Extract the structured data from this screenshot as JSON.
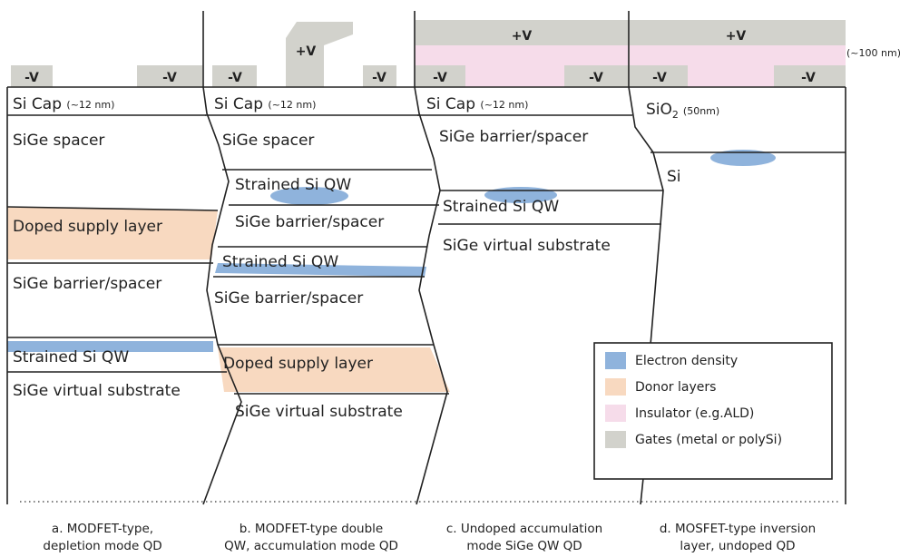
{
  "panels": {
    "a": {
      "gates": [
        "-V",
        "-V"
      ],
      "layers": {
        "si_cap": "Si Cap",
        "si_cap_thickness": "(~12 nm)",
        "spacer": "SiGe spacer",
        "supply": "Doped supply layer",
        "barrier": "SiGe barrier/spacer",
        "qw": "Strained Si QW",
        "substrate": "SiGe virtual substrate"
      },
      "caption": [
        "a. MODFET-type,",
        "depletion mode QD"
      ]
    },
    "b": {
      "gates": [
        "-V",
        "+V",
        "-V"
      ],
      "layers": {
        "si_cap": "Si Cap",
        "si_cap_thickness": "(~12 nm)",
        "spacer": "SiGe spacer",
        "qw1": "Strained Si QW",
        "barrier1": "SiGe barrier/spacer",
        "qw2": "Strained Si QW",
        "barrier2": "SiGe barrier/spacer",
        "supply": "Doped supply layer",
        "substrate": "SiGe virtual substrate"
      },
      "caption": [
        "b. MODFET-type double",
        "QW, accumulation mode QD"
      ]
    },
    "c": {
      "gates": [
        "+V",
        "-V",
        "-V"
      ],
      "layers": {
        "si_cap": "Si Cap",
        "si_cap_thickness": "(~12 nm)",
        "barrier": "SiGe barrier/spacer",
        "qw": "Strained Si QW",
        "substrate": "SiGe virtual substrate"
      },
      "caption": [
        "c. Undoped accumulation",
        "mode SiGe QW QD"
      ]
    },
    "d": {
      "gates": [
        "+V",
        "-V",
        "-V"
      ],
      "layers": {
        "oxide": "SiO",
        "oxide_subscript": "2",
        "oxide_thickness": "(50nm)",
        "si": "Si"
      },
      "caption": [
        "d. MOSFET-type inversion",
        "layer, undoped QD"
      ]
    }
  },
  "insulator_thickness": "(~100 nm)",
  "legend": [
    {
      "label": "Electron density",
      "color": "#8fb3dc"
    },
    {
      "label": "Donor layers",
      "color": "#f8d9c0"
    },
    {
      "label": "Insulator (e.g.ALD)",
      "color": "#f6dcea"
    },
    {
      "label": "Gates (metal or polySi)",
      "color": "#d2d2cc"
    }
  ]
}
